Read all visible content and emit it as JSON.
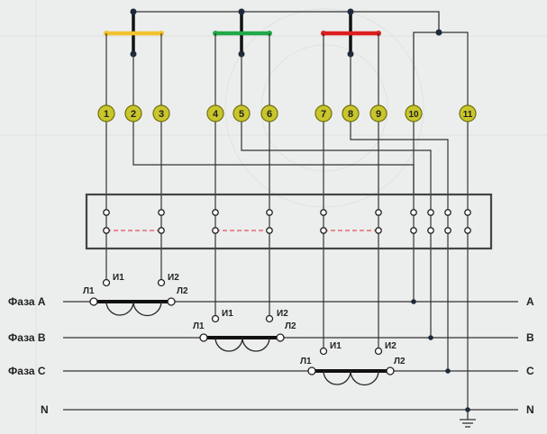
{
  "terminals": [
    {
      "id": "1",
      "label": "1"
    },
    {
      "id": "2",
      "label": "2"
    },
    {
      "id": "3",
      "label": "3"
    },
    {
      "id": "4",
      "label": "4"
    },
    {
      "id": "5",
      "label": "5"
    },
    {
      "id": "6",
      "label": "6"
    },
    {
      "id": "7",
      "label": "7"
    },
    {
      "id": "8",
      "label": "8"
    },
    {
      "id": "9",
      "label": "9"
    },
    {
      "id": "10",
      "label": "10"
    },
    {
      "id": "11",
      "label": "11"
    }
  ],
  "phase_lines": [
    {
      "left_label": "Фаза А",
      "right_label": "А"
    },
    {
      "left_label": "Фаза В",
      "right_label": "В"
    },
    {
      "left_label": "Фаза С",
      "right_label": "С"
    },
    {
      "left_label": "N",
      "right_label": "N"
    }
  ],
  "transformers": [
    {
      "in1": "И1",
      "in2": "И2",
      "out1": "Л1",
      "out2": "Л2"
    },
    {
      "in1": "И1",
      "in2": "И2",
      "out1": "Л1",
      "out2": "Л2"
    },
    {
      "in1": "И1",
      "in2": "И2",
      "out1": "Л1",
      "out2": "Л2"
    }
  ],
  "colors": {
    "background": "#eceeed",
    "wire": "#333333",
    "bus_phase_a": "#f2c230",
    "bus_phase_b": "#22a84a",
    "bus_phase_c": "#dd1e1e",
    "terminal_fill": "#c8c62a",
    "terminal_stroke": "#6f6c10",
    "dashed_link": "#e05060",
    "node": "#1e2a3a"
  }
}
